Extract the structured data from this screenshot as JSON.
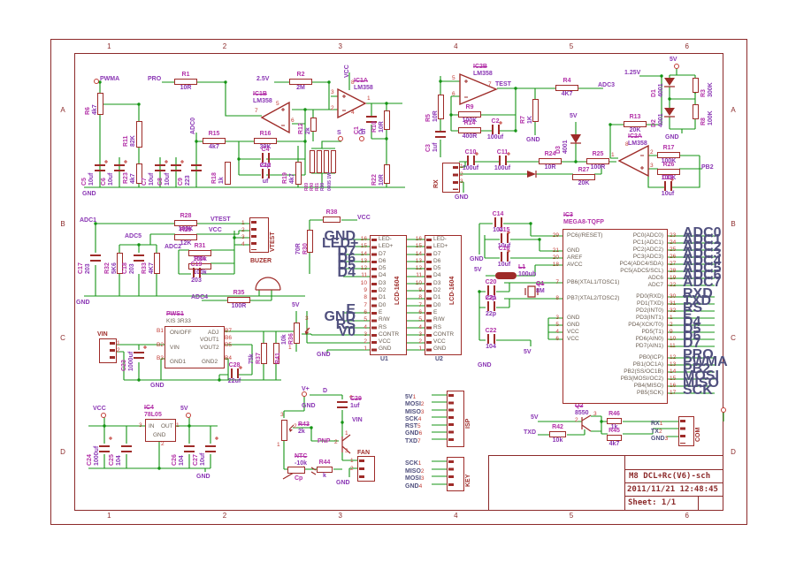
{
  "frame": {
    "columns": [
      "1",
      "2",
      "3",
      "4",
      "5",
      "6"
    ],
    "rows": [
      "A",
      "B",
      "C",
      "D"
    ],
    "title": "M8 DCL+Rc(V6)-sch",
    "datetime": "2011/11/21 12:48:45",
    "sheet": "Sheet: 1/1"
  },
  "colors": {
    "frame": "#8c2a2a",
    "wire": "#149414",
    "name": "#b332a8",
    "value": "#8a36b4",
    "netlabel": "#50507e",
    "pinnum": "#c23b34",
    "pinname": "#6d6054"
  },
  "labels": {
    "pwma": "PWMA",
    "pro": "PRO",
    "v25": "2.5V",
    "vcc": "VCC",
    "gnd": "GND",
    "adc0": "ADC0",
    "adc1": "ADC1",
    "adc2": "ADC2",
    "adc3": "ADC3",
    "adc4": "ADC4",
    "adc5": "ADC5",
    "test": "TEST",
    "v5": "5V",
    "v125": "1.25V",
    "pb2": "PB2",
    "s": "S",
    "g": "G",
    "vplus": "V+",
    "d": "D",
    "vin": "VIN",
    "v0": "V0",
    "txd": "TXD",
    "buzer": "BUZER"
  },
  "parts": {
    "R1": {
      "n": "R1",
      "v": "10R"
    },
    "R2": {
      "n": "R2",
      "v": "2M"
    },
    "R3": {
      "n": "R3",
      "v": "300K"
    },
    "R4": {
      "n": "R4",
      "v": "4K7"
    },
    "R5": {
      "n": "R5",
      "v": "10R"
    },
    "R6": {
      "n": "R6",
      "v": "4k7"
    },
    "R7": {
      "n": "R7",
      "v": "1K"
    },
    "R8": {
      "n": "R8",
      "v": "100K"
    },
    "R9": {
      "n": "R9",
      "v": "100K"
    },
    "R10": {
      "n": "R10",
      "v": "10R"
    },
    "R11": {
      "n": "R11",
      "v": "82K"
    },
    "R12": {
      "n": "R12",
      "v": "2k"
    },
    "R13": {
      "n": "R13",
      "v": "20K"
    },
    "R14": {
      "n": "R14",
      "v": "400R"
    },
    "R15": {
      "n": "R15",
      "v": "4k7"
    },
    "R16": {
      "n": "R16",
      "v": "39K"
    },
    "R17": {
      "n": "R17",
      "v": "100K"
    },
    "R18": {
      "n": "R18",
      "v": "1k"
    },
    "R19": {
      "n": "R19",
      "v": "4k7"
    },
    "R20": {
      "n": "R20",
      "v": "0R05 1W"
    },
    "R21": {
      "n": "R21",
      "v": "0R05 1W"
    },
    "R22": {
      "n": "R22",
      "v": "10R"
    },
    "R23": {
      "n": "R23",
      "v": "4k7"
    },
    "R24": {
      "n": "R24",
      "v": "10R"
    },
    "R25": {
      "n": "R25",
      "v": "100R"
    },
    "R26": {
      "n": "R26",
      "v": "100K"
    },
    "R27": {
      "n": "R27",
      "v": "20K"
    },
    "R28": {
      "n": "R28",
      "v": "100K"
    },
    "R29": {
      "n": "R29",
      "v": "12K"
    },
    "R30": {
      "n": "R30",
      "v": "70R"
    },
    "R31": {
      "n": "R31",
      "v": "100k"
    },
    "R32": {
      "n": "R32",
      "v": "5K6"
    },
    "R33": {
      "n": "R33",
      "v": "4K7"
    },
    "R34": {
      "n": "R34",
      "v": "100k"
    },
    "R35": {
      "n": "R35",
      "v": "100R"
    },
    "R36": {
      "n": "R36",
      "v": "10k"
    },
    "R37": {
      "n": "R37",
      "v": "75k"
    },
    "R38": {
      "n": "R38",
      "v": ""
    },
    "R39": {
      "n": "R39",
      "v": "0R05 1W"
    },
    "R40": {
      "n": "R40",
      "v": "0R05 1W"
    },
    "R41": {
      "n": "R41",
      "v": ""
    },
    "R42": {
      "n": "R42",
      "v": "10k"
    },
    "R43": {
      "n": "R43",
      "v": "2k"
    },
    "R44": {
      "n": "R44",
      "v": "k"
    },
    "R45": {
      "n": "R45",
      "v": "4k7"
    },
    "R46": {
      "n": "R46",
      "v": "1k"
    },
    "C1": {
      "n": "C1",
      "v": "uf"
    },
    "C2": {
      "n": "C2",
      "v": "100uf"
    },
    "C3": {
      "n": "C3",
      "v": "1uf"
    },
    "C4": {
      "n": "C4",
      "v": "22p"
    },
    "C5": {
      "n": "C5",
      "v": "10uf"
    },
    "C6": {
      "n": "C6",
      "v": "10uf"
    },
    "C7": {
      "n": "C7",
      "v": "10uf"
    },
    "C8": {
      "n": "C8",
      "v": "10uf"
    },
    "C9": {
      "n": "C9",
      "v": "223"
    },
    "C10": {
      "n": "C10",
      "v": "100uf"
    },
    "C11": {
      "n": "C11",
      "v": "100uf"
    },
    "C12": {
      "n": "C12",
      "v": "uf"
    },
    "C13": {
      "n": "C13",
      "v": "10uf"
    },
    "C14": {
      "n": "C14",
      "v": "104"
    },
    "C15": {
      "n": "C15",
      "v": "10uf"
    },
    "C16": {
      "n": "C16",
      "v": "10uf"
    },
    "C17": {
      "n": "C17",
      "v": "203"
    },
    "C18": {
      "n": "C18",
      "v": "203"
    },
    "C19": {
      "n": "C19",
      "v": "203"
    },
    "C20": {
      "n": "C20",
      "v": "22p"
    },
    "C21": {
      "n": "C21",
      "v": "22p"
    },
    "C22": {
      "n": "C22",
      "v": "104"
    },
    "C23": {
      "n": "C23",
      "v": "1000uf"
    },
    "C24": {
      "n": "C24",
      "v": "1000uf"
    },
    "C25": {
      "n": "C25",
      "v": "104"
    },
    "C26": {
      "n": "C26",
      "v": "104"
    },
    "C27": {
      "n": "C27",
      "v": "10uf"
    },
    "C28": {
      "n": "C28",
      "v": "22uf"
    },
    "C29": {
      "n": "C29",
      "v": "1uf"
    },
    "D1": {
      "n": "D1",
      "v": "4001"
    },
    "D2": {
      "n": "D2",
      "v": "4001"
    },
    "D3": {
      "n": "D3",
      "v": "4001"
    },
    "D4": {
      "n": "D4",
      "v": "4001"
    },
    "L1": {
      "n": "L1",
      "v": "100uh"
    },
    "Q1": {
      "n": "Q1",
      "v": "8M"
    },
    "Q2": {
      "n": "Q2",
      "v": "8550"
    },
    "NTC": {
      "n": "NTC",
      "v": "-10k"
    },
    "PNP": {
      "n": "PNP",
      "v": ""
    },
    "Cp": {
      "n": "Cp",
      "v": ""
    },
    "IC1A": {
      "n": "IC1A",
      "v": "LM358"
    },
    "IC1B": {
      "n": "IC1B",
      "v": "LM358"
    },
    "IC2A": {
      "n": "IC2A",
      "v": "LM358"
    },
    "IC2B": {
      "n": "IC2B",
      "v": "LM358"
    },
    "IC3": {
      "n": "IC3",
      "v": "MEGA8-TQFP"
    },
    "IC4": {
      "n": "IC4",
      "v": "78L05"
    },
    "PWS1": {
      "n": "PWS1",
      "v": "KIS 3R33"
    }
  },
  "op": {
    "ic1a": {
      "o": "1",
      "ip": "3",
      "im": "2",
      "vp": "8",
      "vm": "4"
    },
    "ic1b": {
      "o": "7",
      "ip": "5",
      "im": "6"
    },
    "ic2a": {
      "o": "1",
      "im": "2",
      "ip": "3",
      "vp": "8"
    },
    "ic2b": {
      "o": "7",
      "ip": "5",
      "im": "6"
    }
  },
  "ic3": {
    "l1": [
      {
        "num": "29",
        "name": "PC6(/RESET)"
      }
    ],
    "l2": [
      {
        "num": "21",
        "name": "GND"
      },
      {
        "num": "20",
        "name": "AREF"
      },
      {
        "num": "18",
        "name": "AVCC"
      }
    ],
    "l3": [
      {
        "num": "7",
        "name": "PB6(XTAL1/TOSC1)"
      }
    ],
    "l4": [
      {
        "num": "8",
        "name": "PB7(XTAL2/TOSC2)"
      }
    ],
    "l5": [
      {
        "num": "3",
        "name": "GND"
      },
      {
        "num": "5",
        "name": "GND"
      },
      {
        "num": "4",
        "name": "VCC"
      },
      {
        "num": "6",
        "name": "VCC"
      }
    ],
    "r1": [
      {
        "name": "PC0(ADC0)",
        "num": "23",
        "net": "ADC0"
      },
      {
        "name": "PC1(ADC1)",
        "num": "24",
        "net": "ADC1"
      },
      {
        "name": "PC2(ADC2)",
        "num": "25",
        "net": "ADC2"
      },
      {
        "name": "PC3(ADC3)",
        "num": "26",
        "net": "ADC3"
      },
      {
        "name": "PC4(ADC4/SDA)",
        "num": "27",
        "net": "ADC4"
      },
      {
        "name": "PC5(ADC5/SCL)",
        "num": "28",
        "net": "ADC5"
      },
      {
        "name": "ADC6",
        "num": "19",
        "net": "ADC6"
      },
      {
        "name": "ADC7",
        "num": "22",
        "net": "ADC7"
      }
    ],
    "r2": [
      {
        "name": "PD0(RXD)",
        "num": "30",
        "net": "RXD"
      },
      {
        "name": "PD1(TXD)",
        "num": "31",
        "net": "TXD"
      },
      {
        "name": "PD2(INT0)",
        "num": "32",
        "net": "RS"
      },
      {
        "name": "PD3(INT1)",
        "num": "1",
        "net": "E"
      },
      {
        "name": "PD4(XCK/T0)",
        "num": "2",
        "net": "D4"
      },
      {
        "name": "PD5(T1)",
        "num": "9",
        "net": "D5"
      },
      {
        "name": "PD6(AIN0)",
        "num": "10",
        "net": "D6"
      },
      {
        "name": "PD7(AIN1)",
        "num": "11",
        "net": "D7"
      }
    ],
    "r3": [
      {
        "name": "PB0(ICP)",
        "num": "12",
        "net": "PRO"
      },
      {
        "name": "PB1(OC1A)",
        "num": "13",
        "net": "PWMA"
      },
      {
        "name": "PB2(SS/OC1B)",
        "num": "14",
        "net": "PB2"
      },
      {
        "name": "PB3(MOSI/OC2)",
        "num": "15",
        "net": "MOSI"
      },
      {
        "name": "PB4(MISO)",
        "num": "16",
        "net": "MISO"
      },
      {
        "name": "PB5(SCK)",
        "num": "17",
        "net": "SCK"
      }
    ]
  },
  "ic4": {
    "in": "IN",
    "out": "OUT",
    "gnd": "GND",
    "p3": "3",
    "p1": "1",
    "p2": "2"
  },
  "pws1": {
    "b1": "B1",
    "b2": "B2",
    "b3": "B3",
    "b4": "B4",
    "b5": "B5",
    "b6": "B6",
    "b7": "B7",
    "onoff": "ON/OFF",
    "vin": "VIN",
    "gnd1": "GND1",
    "adj": "ADJ",
    "vout1": "VOUT1",
    "vout2": "VOUT2",
    "gnd2": "GND2"
  },
  "lcd": {
    "u1": "U1",
    "u2": "U2",
    "type": "LCD-1604",
    "pins": [
      {
        "num": "16",
        "name": "LED-"
      },
      {
        "num": "15",
        "name": "LED+"
      },
      {
        "num": "14",
        "name": "D7"
      },
      {
        "num": "13",
        "name": "D6"
      },
      {
        "num": "12",
        "name": "D5"
      },
      {
        "num": "11",
        "name": "D4"
      },
      {
        "num": "10",
        "name": "D3"
      },
      {
        "num": "9",
        "name": "D2"
      },
      {
        "num": "8",
        "name": "D1"
      },
      {
        "num": "7",
        "name": "D0"
      },
      {
        "num": "6",
        "name": "E"
      },
      {
        "num": "5",
        "name": "R/W"
      },
      {
        "num": "4",
        "name": "RS"
      },
      {
        "num": "3",
        "name": "CONTR"
      },
      {
        "num": "2",
        "name": "VCC"
      },
      {
        "num": "1",
        "name": "GND"
      }
    ],
    "u1_left_nets": [
      "GND",
      "LED+",
      "D7",
      "D6",
      "D5",
      "D4",
      "",
      "",
      "",
      "",
      "E",
      "GND",
      "RS",
      "V0",
      "",
      ""
    ]
  },
  "connectors": {
    "vtest": {
      "name": "VTEST",
      "pins": [
        "1",
        "2",
        "3",
        "4"
      ]
    },
    "rx": {
      "name": "RX",
      "pins": [
        "1",
        "2",
        "3"
      ]
    },
    "vin": {
      "name": "VIN",
      "pins": [
        "1",
        "2"
      ]
    },
    "fan": {
      "name": "FAN",
      "pins": [
        "1",
        "2"
      ]
    },
    "isp": {
      "name": "ISP",
      "rows": [
        {
          "net": "5V",
          "num": "1"
        },
        {
          "net": "MOSI",
          "num": "2"
        },
        {
          "net": "MISO",
          "num": "3"
        },
        {
          "net": "SCK",
          "num": "4"
        },
        {
          "net": "RST",
          "num": "5"
        },
        {
          "net": "GND",
          "num": "6"
        },
        {
          "net": "TXD",
          "num": "7"
        }
      ]
    },
    "key": {
      "name": "KEY",
      "rows": [
        {
          "net": "SCK",
          "num": "1"
        },
        {
          "net": "MISO",
          "num": "2"
        },
        {
          "net": "MOSI",
          "num": "3"
        },
        {
          "net": "GND",
          "num": "4"
        }
      ]
    },
    "com": {
      "name": "COM",
      "rows": [
        {
          "net": "RX",
          "num": "1"
        },
        {
          "net": "TX",
          "num": "2"
        },
        {
          "net": "GND",
          "num": "3"
        }
      ]
    }
  },
  "pins": {
    "pot3": "3",
    "pot2": "2",
    "pot1": "1",
    "pnp1": "1",
    "pnp2": "2",
    "pnp3": "3",
    "q2e": "2",
    "q2c": "3"
  }
}
